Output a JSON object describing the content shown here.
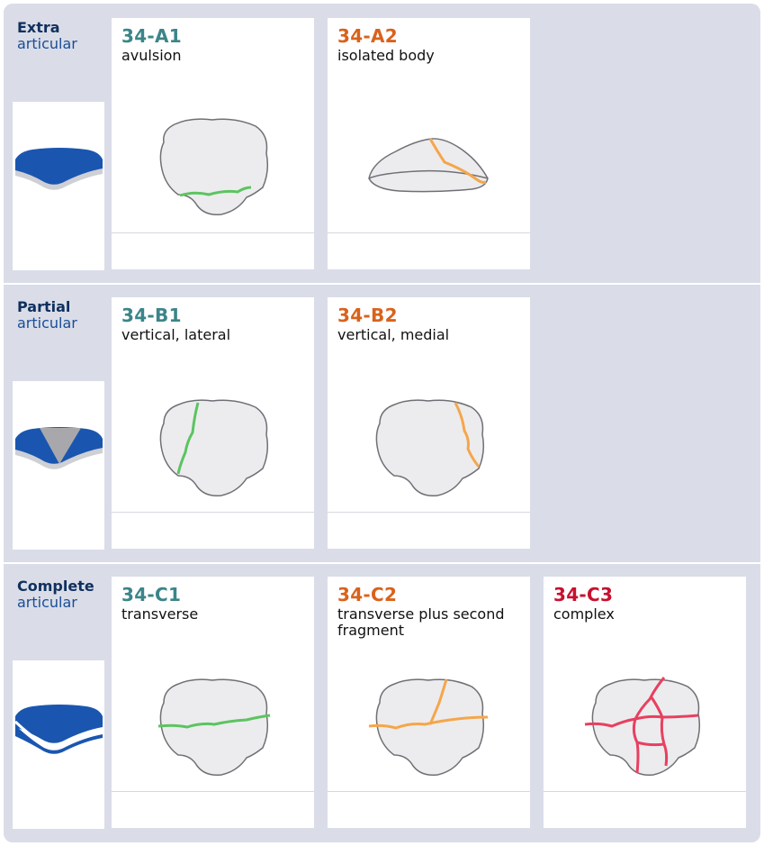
{
  "groups": [
    {
      "name": "Extra",
      "sub": "articular",
      "types": [
        {
          "code": "34-A1",
          "desc": "avulsion",
          "color": "#3b8589",
          "fracture_color": "#5cc460"
        },
        {
          "code": "34-A2",
          "desc": "isolated body",
          "color": "#d9621b",
          "fracture_color": "#f5a64a"
        }
      ]
    },
    {
      "name": "Partial",
      "sub": "articular",
      "types": [
        {
          "code": "34-B1",
          "desc": "vertical, lateral",
          "color": "#3b8589",
          "fracture_color": "#5cc460"
        },
        {
          "code": "34-B2",
          "desc": "vertical, medial",
          "color": "#d9621b",
          "fracture_color": "#f5a64a"
        }
      ]
    },
    {
      "name": "Complete",
      "sub": "articular",
      "types": [
        {
          "code": "34-C1",
          "desc": "transverse",
          "color": "#3b8589",
          "fracture_color": "#5cc460"
        },
        {
          "code": "34-C2",
          "desc": "transverse plus second fragment",
          "color": "#d9621b",
          "fracture_color": "#f5a64a"
        },
        {
          "code": "34-C3",
          "desc": "complex",
          "color": "#c8102e",
          "fracture_color": "#e84060"
        }
      ]
    }
  ],
  "colors": {
    "background": "#dadde8",
    "group_title": "#10305e",
    "group_sub": "#1a4d96",
    "bone_blue": "#1a56b0",
    "grey_zone": "#a8a8ac"
  }
}
